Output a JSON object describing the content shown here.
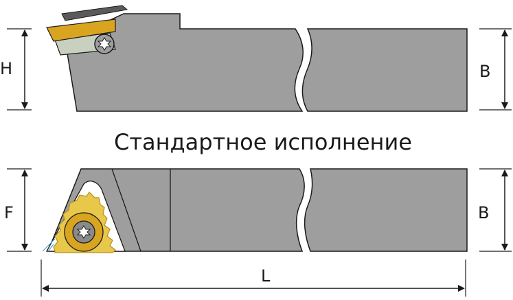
{
  "diagram": {
    "caption": "Стандартное исполнение",
    "dimensions": {
      "height_label": "H",
      "width_label_top": "B",
      "f_label": "F",
      "width_label_bottom": "B",
      "length_label": "L"
    },
    "colors": {
      "holder_body": "#9e9e9e",
      "holder_outline": "#1a1a1a",
      "insert_gold": "#d9a520",
      "insert_pale": "#e8c84a",
      "shim": "#c8d0c0",
      "clamp": "#5a5a5a",
      "screw": "#8a8a8a",
      "dimension_line": "#1a1a1a",
      "side_line": "#4aa0e0"
    }
  }
}
